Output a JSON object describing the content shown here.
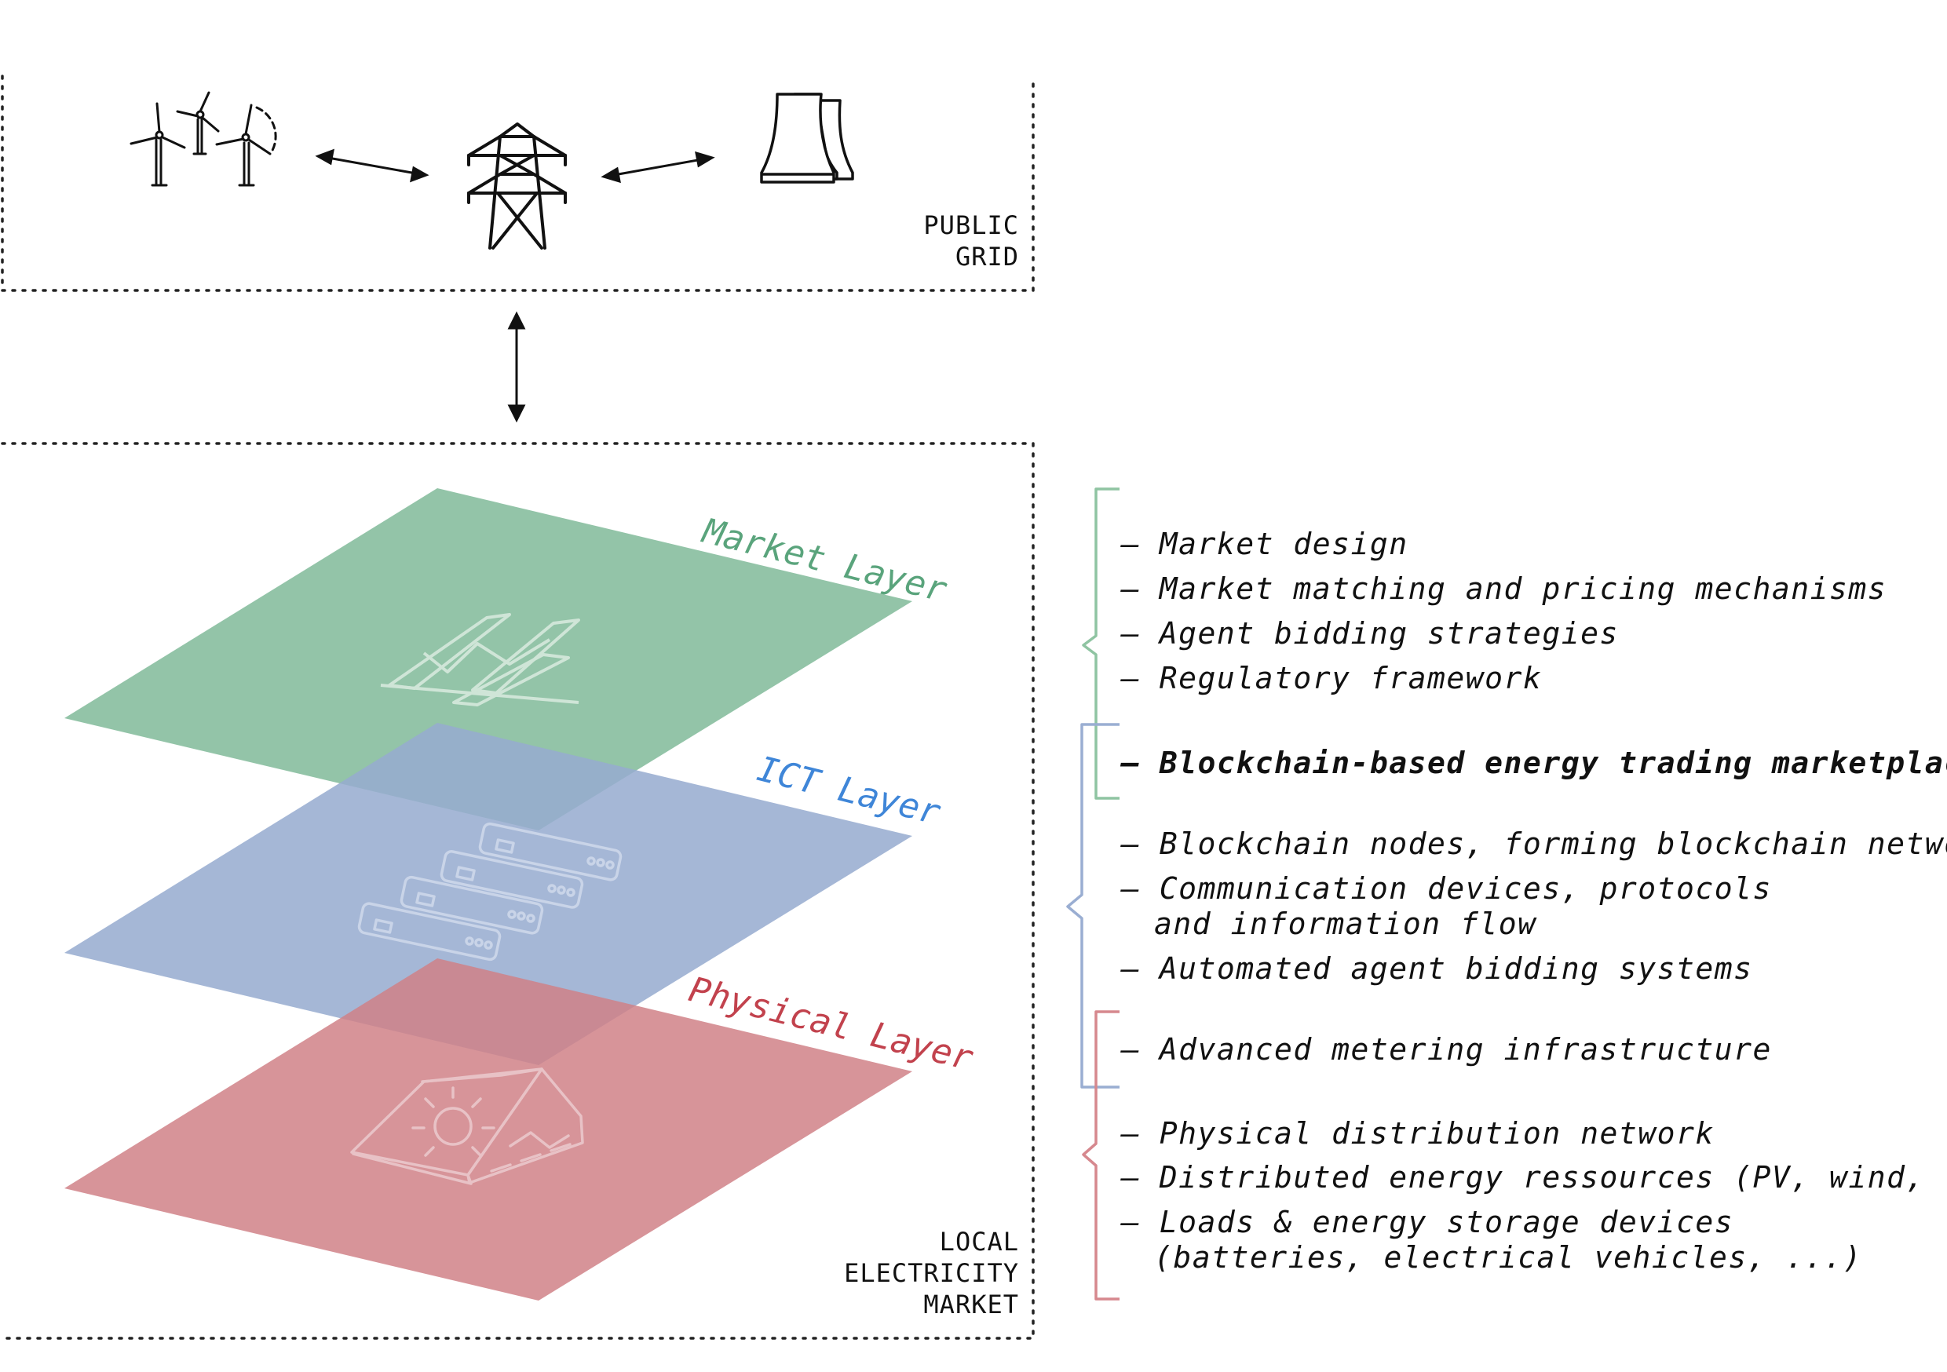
{
  "public_grid": {
    "label_line1": "PUBLIC",
    "label_line2": "GRID"
  },
  "local_market": {
    "label_line1": "LOCAL",
    "label_line2": "ELECTRICITY",
    "label_line3": "MARKET"
  },
  "layers": {
    "market": {
      "title": "Market Layer",
      "color": "#93c4a8",
      "title_color": "#5aa47c"
    },
    "ict": {
      "title": "ICT Layer",
      "color": "#96abcf",
      "title_color": "#3f86d8"
    },
    "physical": {
      "title": "Physical Layer",
      "color": "#cf7f86",
      "title_color": "#c2424d"
    }
  },
  "items": {
    "market_design": "– Market design",
    "matching": "– Market matching and pricing mechanisms",
    "bidding": "– Agent bidding strategies",
    "regulatory": "– Regulatory framework",
    "blockchain_marketplace": "– Blockchain-based energy trading marketplace",
    "blockchain_nodes": "– Blockchain nodes, forming blockchain network",
    "communication_1": "– Communication devices, protocols",
    "communication_2": "and information flow",
    "automated_bidding": "– Automated agent bidding systems",
    "metering": "– Advanced metering infrastructure",
    "distribution": "– Physical distribution network",
    "der": "– Distributed energy ressources (PV, wind, ...)",
    "loads_1": "– Loads & energy storage devices",
    "loads_2": "(batteries, electrical vehicles, ...)"
  },
  "bracket_colors": {
    "market": "#8fc4a2",
    "ict": "#9aaed2",
    "physical": "#d6888e"
  },
  "icons": [
    "wind-turbines-icon",
    "transmission-tower-icon",
    "cooling-tower-icon",
    "market-chart-icon",
    "server-rack-icon",
    "smart-home-icon"
  ]
}
